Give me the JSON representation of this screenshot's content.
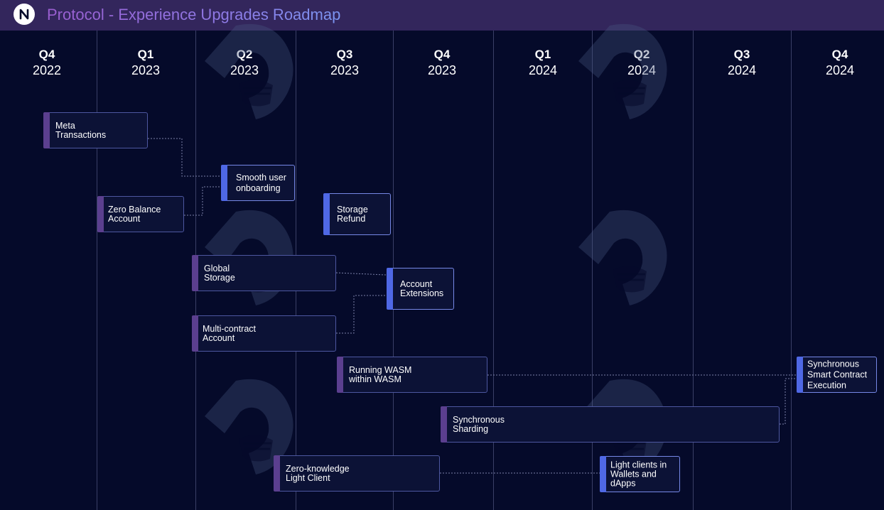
{
  "header": {
    "logo_icon": "near-logo-icon",
    "title": "Protocol - Experience Upgrades Roadmap"
  },
  "quarters": [
    {
      "q": "Q4",
      "year": "2022"
    },
    {
      "q": "Q1",
      "year": "2023"
    },
    {
      "q": "Q2",
      "year": "2023"
    },
    {
      "q": "Q3",
      "year": "2023"
    },
    {
      "q": "Q4",
      "year": "2023"
    },
    {
      "q": "Q1",
      "year": "2024"
    },
    {
      "q": "Q2",
      "year": "2024"
    },
    {
      "q": "Q3",
      "year": "2024"
    },
    {
      "q": "Q4",
      "year": "2024"
    }
  ],
  "items": {
    "meta_transactions": "Meta\nTransactions",
    "smooth_onboarding": "Smooth user\nonboarding",
    "zero_balance": "Zero Balance\nAccount",
    "storage_refund": "Storage\nRefund",
    "global_storage": "Global\nStorage",
    "account_extensions": "Account\nExtensions",
    "multi_contract": "Multi-contract\nAccount",
    "running_wasm": "Running WASM\nwithin WASM",
    "sync_execution": "Synchronous\nSmart Contract\nExecution",
    "sync_sharding": "Synchronous\nSharding",
    "zk_light_client": "Zero-knowledge\nLight Client",
    "light_clients": "Light clients  in\nWallets and\ndApps"
  },
  "colors": {
    "background": "#050a2a",
    "header": "#33265c",
    "purple_accent": "#5b3f8f",
    "blue_accent": "#4f68e5"
  },
  "watermark_icon": "mascot-watermark-icon"
}
